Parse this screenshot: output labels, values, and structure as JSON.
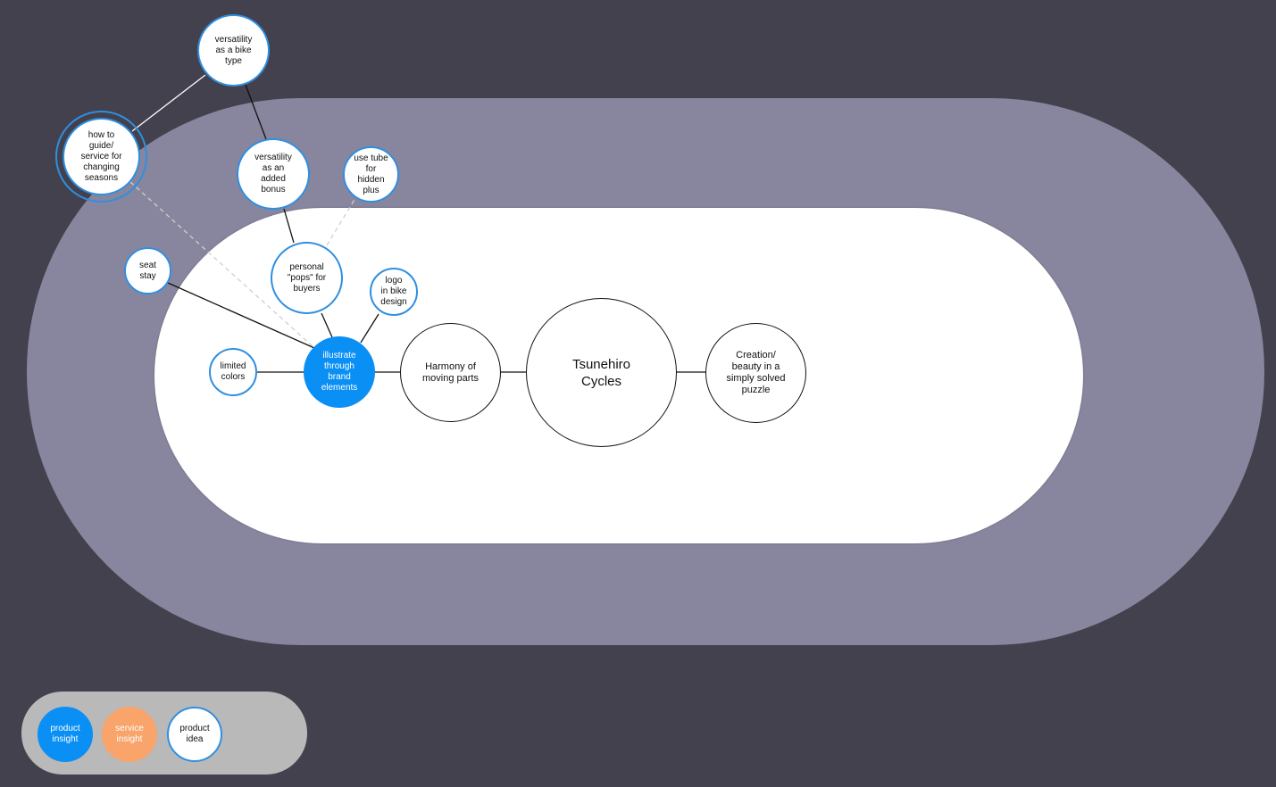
{
  "colors": {
    "background": "#42414d",
    "outer_track": "#87869e",
    "inner_track": "#ffffff",
    "product_insight": "#0a8ff5",
    "service_insight": "#f8a46b",
    "idea_border": "#2f8fe0",
    "legend_panel": "#b9b9b9"
  },
  "nodes": {
    "center": "Tsunehiro\nCycles",
    "harmony": "Harmony of\nmoving parts",
    "creation": "Creation/\nbeauty in a\nsimply solved\npuzzle",
    "illustrate": "illustrate\nthrough\nbrand\nelements",
    "limited_colors": "limited\ncolors",
    "seat_stay": "seat\nstay",
    "logo": "logo\nin bike\ndesign",
    "personal": "personal\n\"pops\" for\nbuyers",
    "versatility_bonus": "versatility\nas an\nadded\nbonus",
    "tube": "use tube\nfor\nhidden\nplus",
    "guide": "how to\nguide/\nservice for\nchanging\nseasons",
    "versatility_type": "versatility\nas a bike\ntype"
  },
  "legend": {
    "product_insight": "product\ninsight",
    "service_insight": "service\ninsight",
    "product_idea": "product\nidea"
  }
}
